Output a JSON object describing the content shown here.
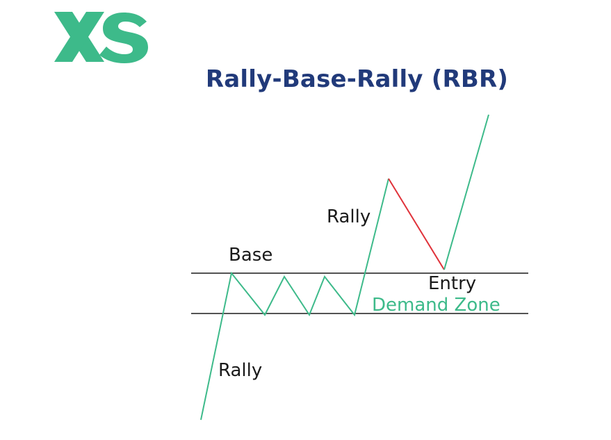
{
  "logo": {
    "text": "XS",
    "color": "#3dba8a"
  },
  "title": {
    "text": "Rally-Base-Rally (RBR)",
    "color": "#213a7a"
  },
  "labels": {
    "rally_bottom": "Rally",
    "base": "Base",
    "rally_middle": "Rally",
    "entry": "Entry",
    "demand_zone": "Demand Zone"
  },
  "colors": {
    "up_line": "#3dba8a",
    "down_line": "#e0323a",
    "zone_line": "#1a1a1a",
    "label_text": "#1a1a1a",
    "zone_text": "#3dba8a"
  }
}
